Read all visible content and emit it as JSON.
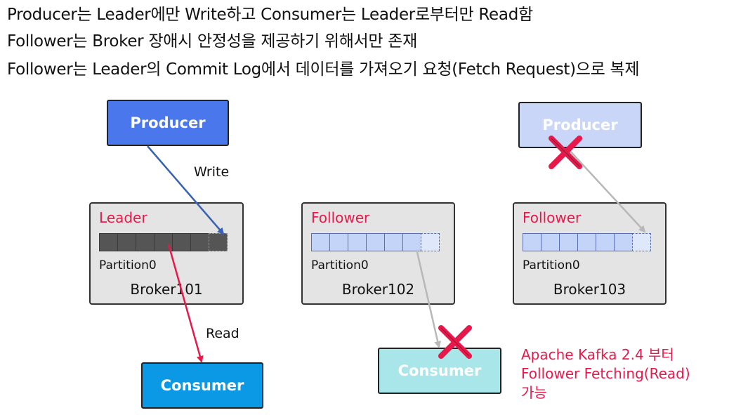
{
  "headlines": [
    "Producer는 Leader에만 Write하고 Consumer는 Leader로부터만 Read함",
    "Follower는 Broker 장애시 안정성을 제공하기 위해서만 존재",
    "Follower는 Leader의 Commit Log에서 데이터를 가져오기 요청(Fetch Request)으로 복제"
  ],
  "producer_left": "Producer",
  "producer_right": "Producer",
  "consumer_left": "Consumer",
  "consumer_mid": "Consumer",
  "write_label": "Write",
  "read_label": "Read",
  "brokers": [
    {
      "role": "Leader",
      "partition": "Partition0",
      "name": "Broker101"
    },
    {
      "role": "Follower",
      "partition": "Partition0",
      "name": "Broker102"
    },
    {
      "role": "Follower",
      "partition": "Partition0",
      "name": "Broker103"
    }
  ],
  "note_lines": [
    "Apache Kafka 2.4 부터",
    "Follower Fetching(Read)",
    "가능"
  ],
  "colors": {
    "producer": "#4a78ec",
    "producer_faded": "#c9d6f8",
    "consumer": "#0b98e4",
    "consumer_faded": "#a9e6ea",
    "role_red": "#e8194a",
    "write_arrow": "#3a62b4",
    "read_arrow": "#e8194a",
    "faded_arrow": "#b8b8b8",
    "cross": "#e8194a"
  }
}
